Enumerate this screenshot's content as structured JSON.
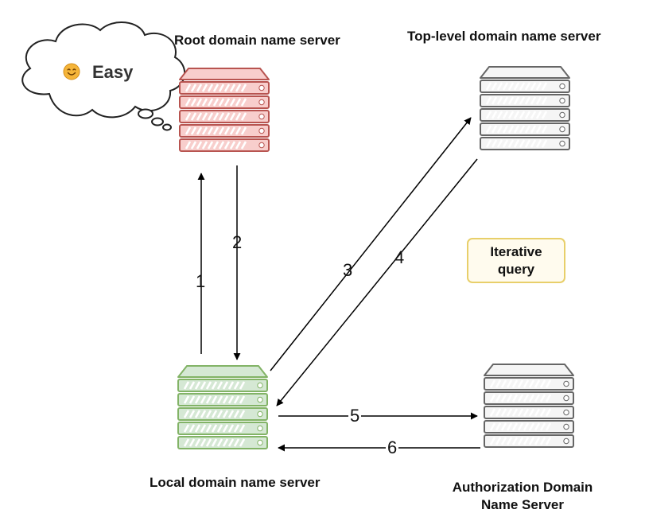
{
  "diagram": {
    "cloud": {
      "text": "Easy",
      "icon": "smiley-face-icon"
    },
    "servers": [
      {
        "id": "root",
        "label": "Root domain name server",
        "color": "#b85450",
        "fill": "#f8cecc"
      },
      {
        "id": "tld",
        "label": "Top-level domain name server",
        "color": "#666666",
        "fill": "#f5f5f5"
      },
      {
        "id": "local",
        "label": "Local domain name server",
        "color": "#82b366",
        "fill": "#d5e8d4"
      },
      {
        "id": "auth",
        "label_line1": "Authorization Domain",
        "label_line2": "Name Server",
        "color": "#666666",
        "fill": "#f5f5f5"
      }
    ],
    "note": {
      "line1": "Iterative",
      "line2": "query",
      "border": "#e8cf6a",
      "fill": "#fffbee"
    },
    "steps": [
      "1",
      "2",
      "3",
      "4",
      "5",
      "6"
    ]
  }
}
